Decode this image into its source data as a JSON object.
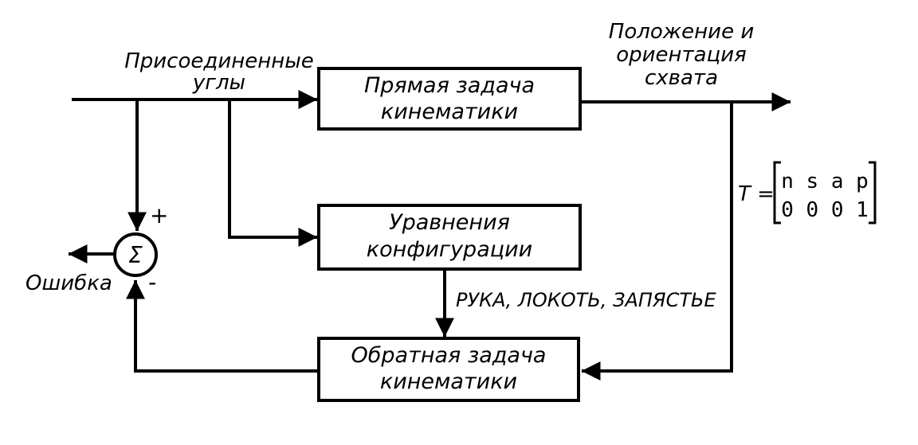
{
  "labels": {
    "input": [
      "Присоединенные",
      "углы"
    ],
    "output": [
      "Положение и",
      "ориентация",
      "схвата"
    ],
    "error": "Ошибка",
    "plus": "+",
    "minus": "-",
    "sum_symbol": "Σ",
    "config_output": "РУКА, ЛОКОТЬ, ЗАПЯСТЬЕ",
    "matrix_prefix": "T =",
    "matrix_row1": "n s a p",
    "matrix_row2": "0 0 0 1"
  },
  "blocks": {
    "forward": [
      "Прямая задача",
      "кинематики"
    ],
    "config": [
      "Уравнения",
      "конфигурации"
    ],
    "inverse": [
      "Обратная задача",
      "кинематики"
    ]
  }
}
